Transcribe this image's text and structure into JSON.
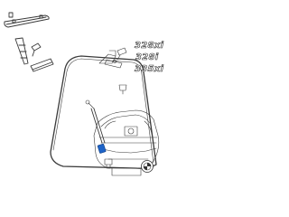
{
  "diagram": {
    "badges": [
      "328xi",
      "328i",
      "335xi"
    ],
    "accent_color": "#1e64c8"
  }
}
